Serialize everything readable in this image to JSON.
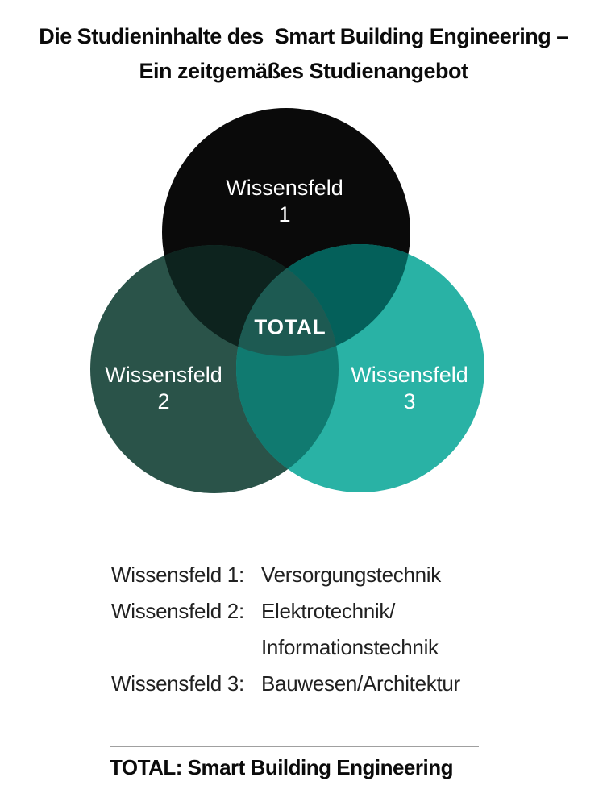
{
  "title": {
    "line1": "Die Studieninhalte des  Smart Building Engineering –",
    "line2": "Ein zeitgemäßes Studienangebot"
  },
  "venn": {
    "colors": {
      "circle1": "#0a0a0a",
      "circle2": "#2a5349",
      "circle3": "#29b2a5",
      "overlap12": "#0d231e",
      "overlap13": "#04605a",
      "overlap23": "#107a70",
      "center": "#1d5a52"
    },
    "labels": {
      "circle1_line1": "Wissensfeld",
      "circle1_line2": "1",
      "circle2_line1": "Wissensfeld",
      "circle2_line2": "2",
      "circle3_line1": "Wissensfeld",
      "circle3_line2": "3",
      "center": "TOTAL"
    }
  },
  "legend": {
    "rows": [
      {
        "term": "Wissensfeld 1:",
        "definition": "Versorgungstechnik"
      },
      {
        "term": "Wissensfeld 2:",
        "definition": "Elektrotechnik/",
        "definition2": "Informationstechnik"
      },
      {
        "term": "Wissensfeld 3:",
        "definition": "Bauwesen/Architektur"
      }
    ]
  },
  "footer": {
    "total_line": "TOTAL: Smart Building Engineering"
  }
}
